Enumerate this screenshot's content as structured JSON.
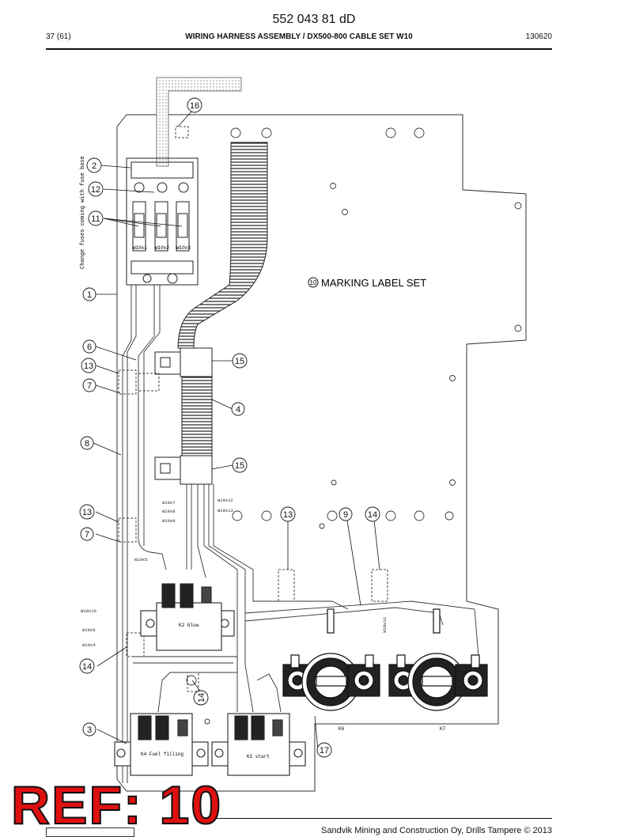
{
  "header": {
    "doc_number": "552 043 81 dD",
    "page_indicator": "37 (61)",
    "title": "WIRING HARNESS ASSEMBLY / DX500-800 CABLE SET W10",
    "date": "130620"
  },
  "diagram": {
    "fuse_note": "Change fuses coming with fuse base",
    "marking_label": "MARKING LABEL SET",
    "marking_callout": "10",
    "fuse_labels": [
      "W10x1",
      "W10x2",
      "W10x3"
    ],
    "wire_labels": [
      "W10x7",
      "W10x8",
      "W10x9",
      "W10x12",
      "W10x13",
      "W10x5",
      "W10x10",
      "W10x6",
      "W10x4",
      "W10x11"
    ],
    "relays": {
      "k2": "K2 Glow",
      "k4": "K4 Fuel filling",
      "k1": "K1 start",
      "k6": "K6",
      "k7": "K7"
    },
    "callouts": [
      "16",
      "2",
      "12",
      "11",
      "1",
      "6",
      "13",
      "7",
      "8",
      "15",
      "4",
      "15",
      "13",
      "7",
      "13",
      "9",
      "14",
      "14",
      "14",
      "3",
      "17"
    ]
  },
  "footer": {
    "copyright": "Sandvik Mining and Construction Oy, Drills Tampere © 2013"
  },
  "stamp": {
    "text": "REF: 10",
    "color": "#e01010"
  }
}
